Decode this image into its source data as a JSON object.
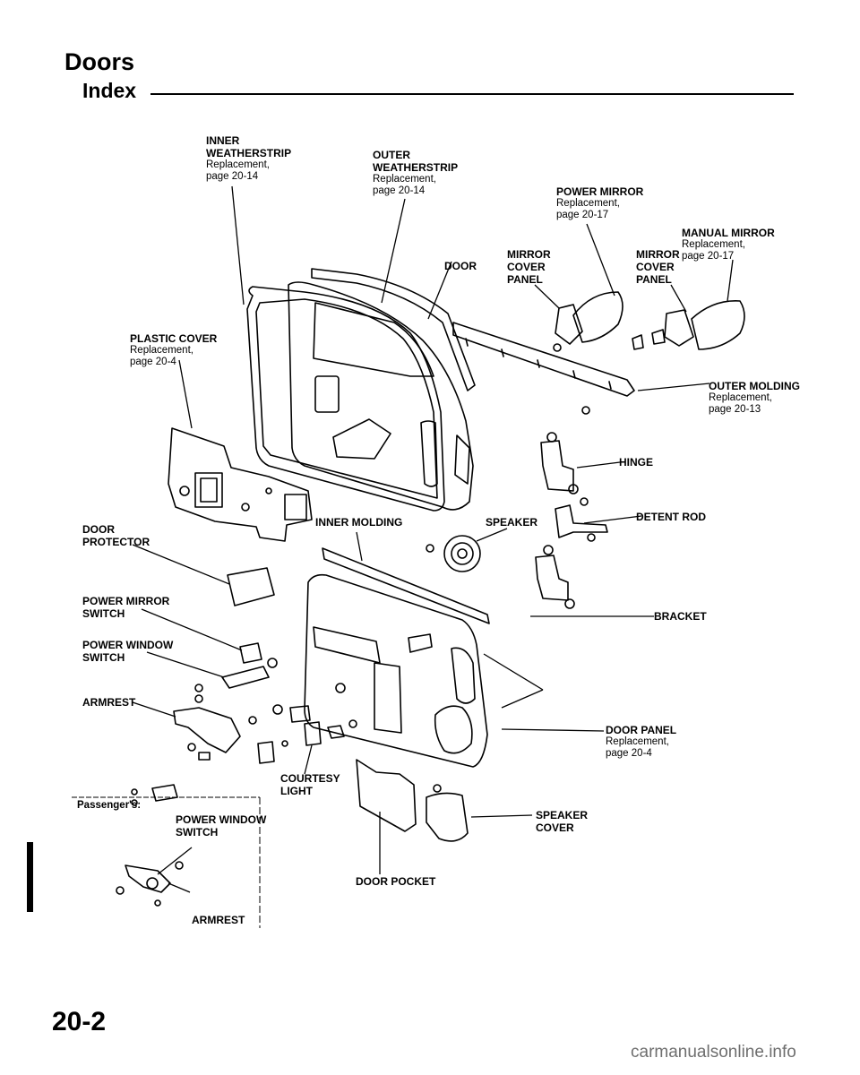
{
  "header": {
    "title": "Doors",
    "subtitle": "Index"
  },
  "labels": {
    "inner_weatherstrip": {
      "name": "INNER\nWEATHERSTRIP",
      "ref": "Replacement,\npage 20-14"
    },
    "outer_weatherstrip": {
      "name": "OUTER\nWEATHERSTRIP",
      "ref": "Replacement,\npage 20-14"
    },
    "power_mirror": {
      "name": "POWER MIRROR",
      "ref": "Replacement,\npage 20-17"
    },
    "manual_mirror": {
      "name": "MANUAL MIRROR",
      "ref": "Replacement,\npage 20-17"
    },
    "door": {
      "name": "DOOR"
    },
    "mirror_cover_panel_1": {
      "name": "MIRROR\nCOVER\nPANEL"
    },
    "mirror_cover_panel_2": {
      "name": "MIRROR\nCOVER\nPANEL"
    },
    "plastic_cover": {
      "name": "PLASTIC COVER",
      "ref": "Replacement,\npage 20-4"
    },
    "outer_molding": {
      "name": "OUTER MOLDING",
      "ref": "Replacement,\npage 20-13"
    },
    "hinge": {
      "name": "HINGE"
    },
    "detent_rod": {
      "name": "DETENT ROD"
    },
    "door_protector": {
      "name": "DOOR\nPROTECTOR"
    },
    "inner_molding": {
      "name": "INNER MOLDING"
    },
    "speaker": {
      "name": "SPEAKER"
    },
    "power_mirror_switch": {
      "name": "POWER MIRROR\nSWITCH"
    },
    "bracket": {
      "name": "BRACKET"
    },
    "power_window_switch": {
      "name": "POWER WINDOW\nSWITCH"
    },
    "armrest": {
      "name": "ARMREST"
    },
    "door_panel": {
      "name": "DOOR PANEL",
      "ref": "Replacement,\npage 20-4"
    },
    "courtesy_light": {
      "name": "COURTESY\nLIGHT"
    },
    "speaker_cover": {
      "name": "SPEAKER\nCOVER"
    },
    "door_pocket": {
      "name": "DOOR POCKET"
    }
  },
  "passenger": {
    "heading": "Passenger's:",
    "power_window_switch": "POWER WINDOW\nSWITCH",
    "armrest": "ARMREST"
  },
  "footer": {
    "page_number": "20-2",
    "watermark": "carmanualsonline.info"
  }
}
